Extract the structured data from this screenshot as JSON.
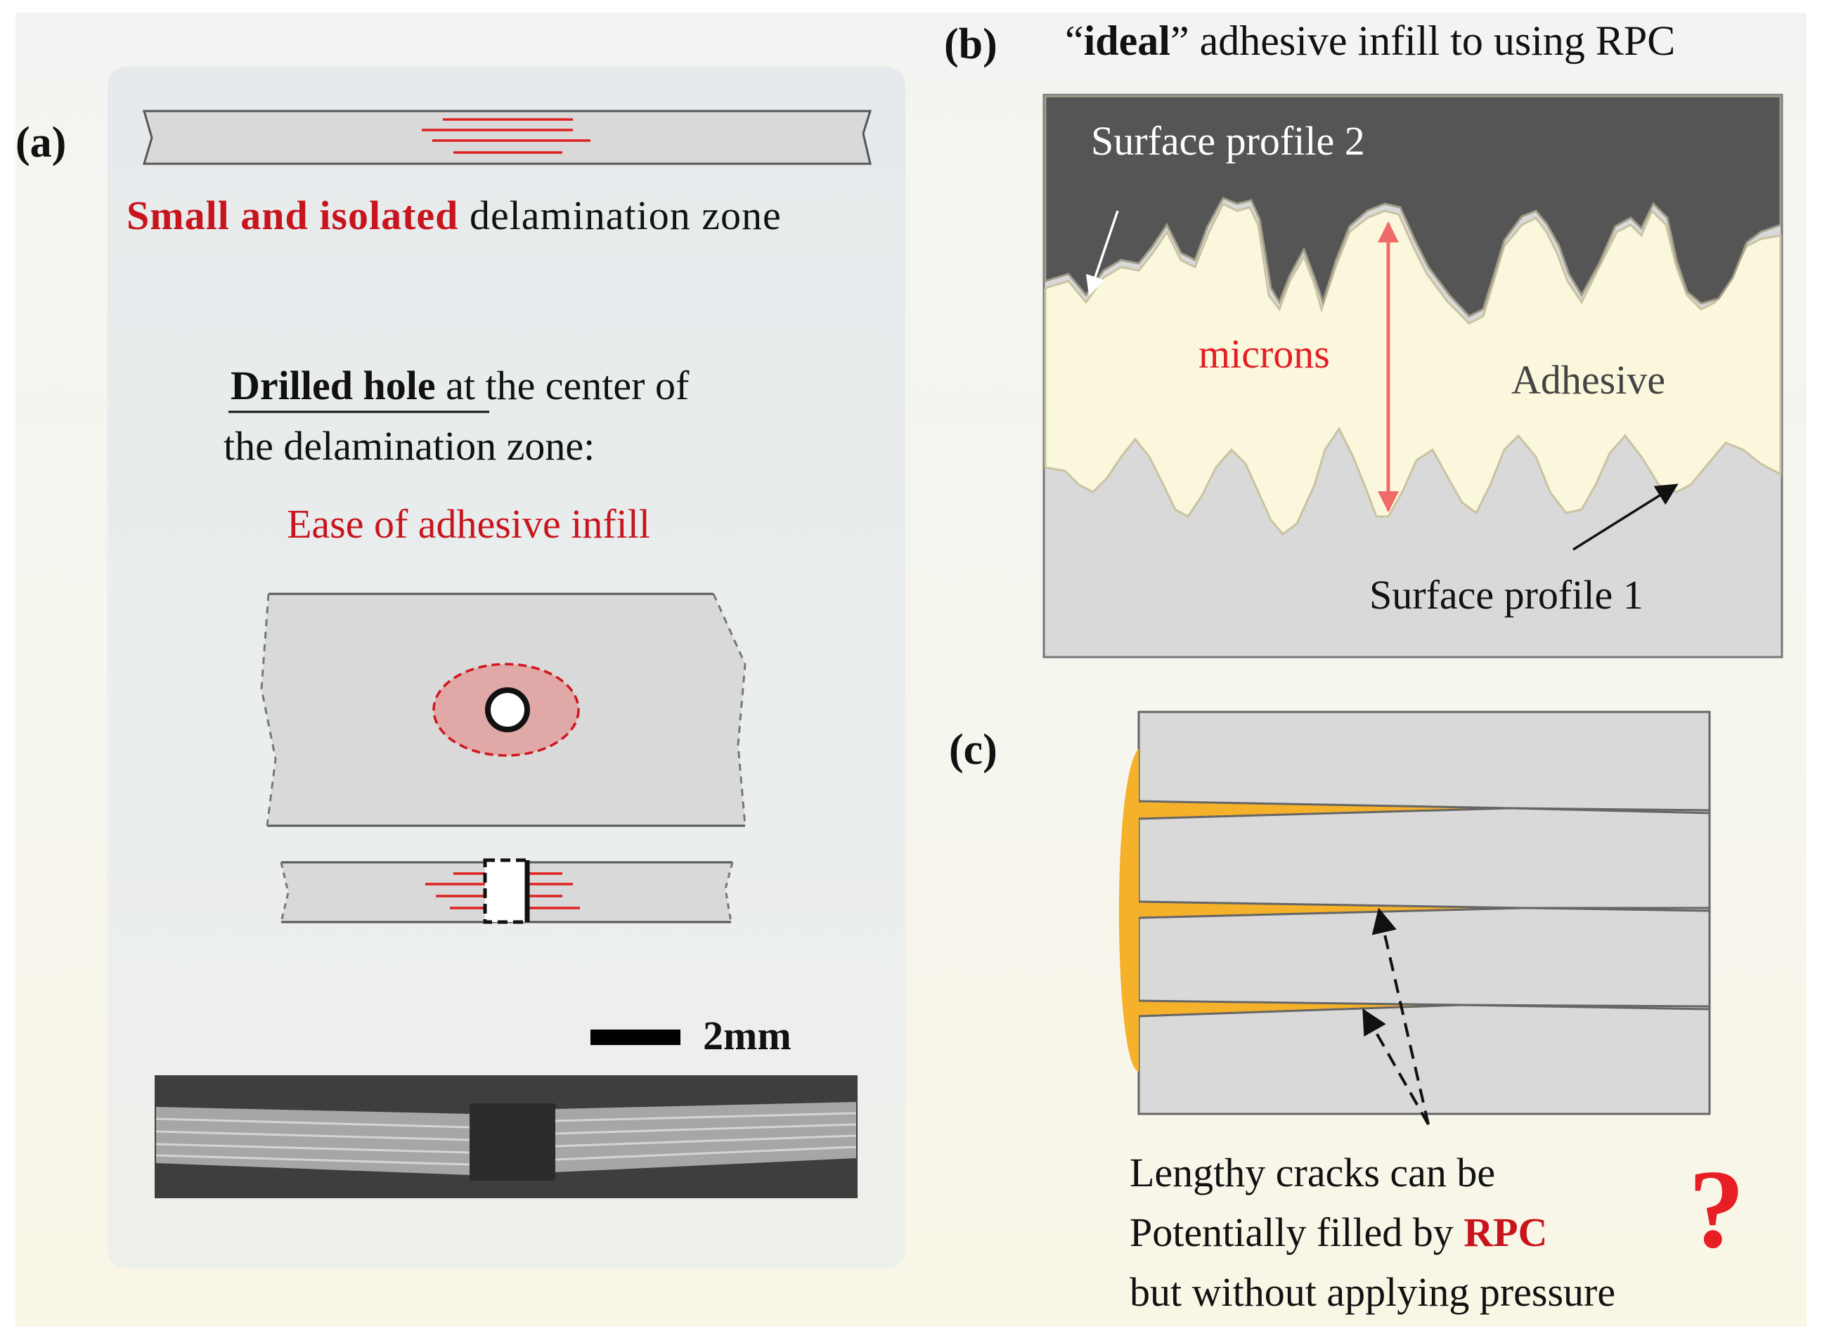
{
  "panel_a": {
    "label": "(a)",
    "caption_red": "Small and isolated",
    "caption_rest": "delamination  zone",
    "drill_bold": "Drilled  hole",
    "drill_rest": "at the center  of",
    "drill_line2": "the delamination  zone:",
    "ease": "Ease of adhesive  infill",
    "scale": "2mm"
  },
  "panel_b": {
    "label": "(b)",
    "title_q1": "“",
    "title_bold": "ideal",
    "title_rest": "” adhesive  infill to using  RPC",
    "surface2": "Surface  profile  2",
    "microns": "microns",
    "adhesive": "Adhesive",
    "surface1": "Surface  profile  1"
  },
  "panel_c": {
    "label": "(c)",
    "line1": "Lengthy  cracks  can  be",
    "line2_pre": "Potentially  filled by",
    "line2_red": "RPC",
    "line3": "but without  applying  pressure",
    "question": "?"
  },
  "colors": {
    "red": "#c8141c",
    "laminate": "#d9d9d9",
    "dark": "#555555",
    "adhesive": "#fbf7dc",
    "resin": "#f5b12a"
  }
}
